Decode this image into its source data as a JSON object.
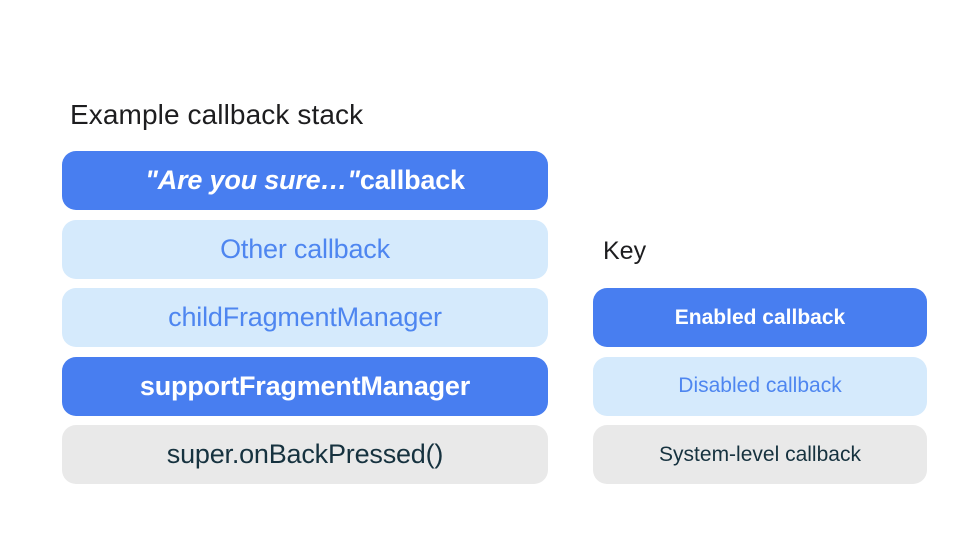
{
  "diagram": {
    "title": "Example callback stack",
    "stack": {
      "items": [
        {
          "type": "enabled",
          "text_italic": "\"Are you sure…\"",
          "text_rest": " callback"
        },
        {
          "type": "disabled",
          "text": "Other callback"
        },
        {
          "type": "disabled",
          "text": "childFragmentManager"
        },
        {
          "type": "enabled",
          "text": "supportFragmentManager"
        },
        {
          "type": "system",
          "text": "super.onBackPressed()"
        }
      ]
    },
    "key": {
      "title": "Key",
      "items": [
        {
          "type": "enabled",
          "text": "Enabled callback"
        },
        {
          "type": "disabled",
          "text": "Disabled callback"
        },
        {
          "type": "system",
          "text": "System-level callback"
        }
      ]
    },
    "colors": {
      "enabled_fill": "#487ef0",
      "enabled_text": "#ffffff",
      "disabled_fill": "#d5eafc",
      "disabled_text": "#4e86f0",
      "system_fill": "#e9e9e9",
      "system_text": "#16323f",
      "heading_text": "#1d1d1f",
      "background": "#ffffff"
    }
  }
}
